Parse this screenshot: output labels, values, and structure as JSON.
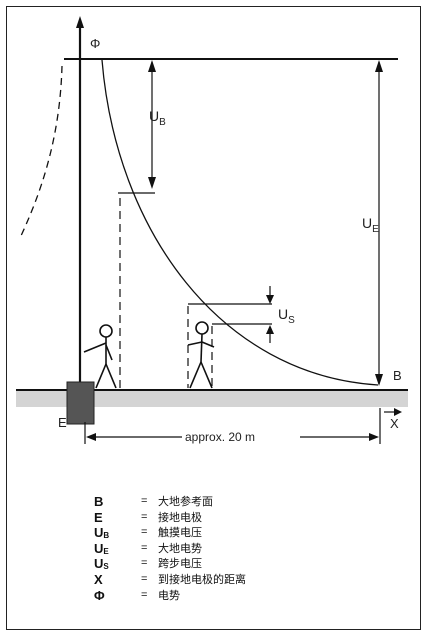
{
  "diagram": {
    "phi_axis": "Φ",
    "ub_label": {
      "main": "U",
      "sub": "B"
    },
    "ue_label": {
      "main": "U",
      "sub": "E"
    },
    "us_label": {
      "main": "U",
      "sub": "S"
    },
    "b_label": "B",
    "e_label": "E",
    "x_label": "X",
    "distance_label": "approx. 20 m"
  },
  "legend": [
    {
      "symbol": "B",
      "sub": "",
      "eq": "=",
      "desc": "大地参考面"
    },
    {
      "symbol": "E",
      "sub": "",
      "eq": "=",
      "desc": "接地电极"
    },
    {
      "symbol": "U",
      "sub": "B",
      "eq": "=",
      "desc": "触摸电压"
    },
    {
      "symbol": "U",
      "sub": "E",
      "eq": "=",
      "desc": "大地电势"
    },
    {
      "symbol": "U",
      "sub": "S",
      "eq": "=",
      "desc": "跨步电压"
    },
    {
      "symbol": "X",
      "sub": "",
      "eq": "=",
      "desc": "到接地电极的距离"
    },
    {
      "symbol": "Φ",
      "sub": "",
      "eq": "=",
      "desc": "电势"
    }
  ]
}
